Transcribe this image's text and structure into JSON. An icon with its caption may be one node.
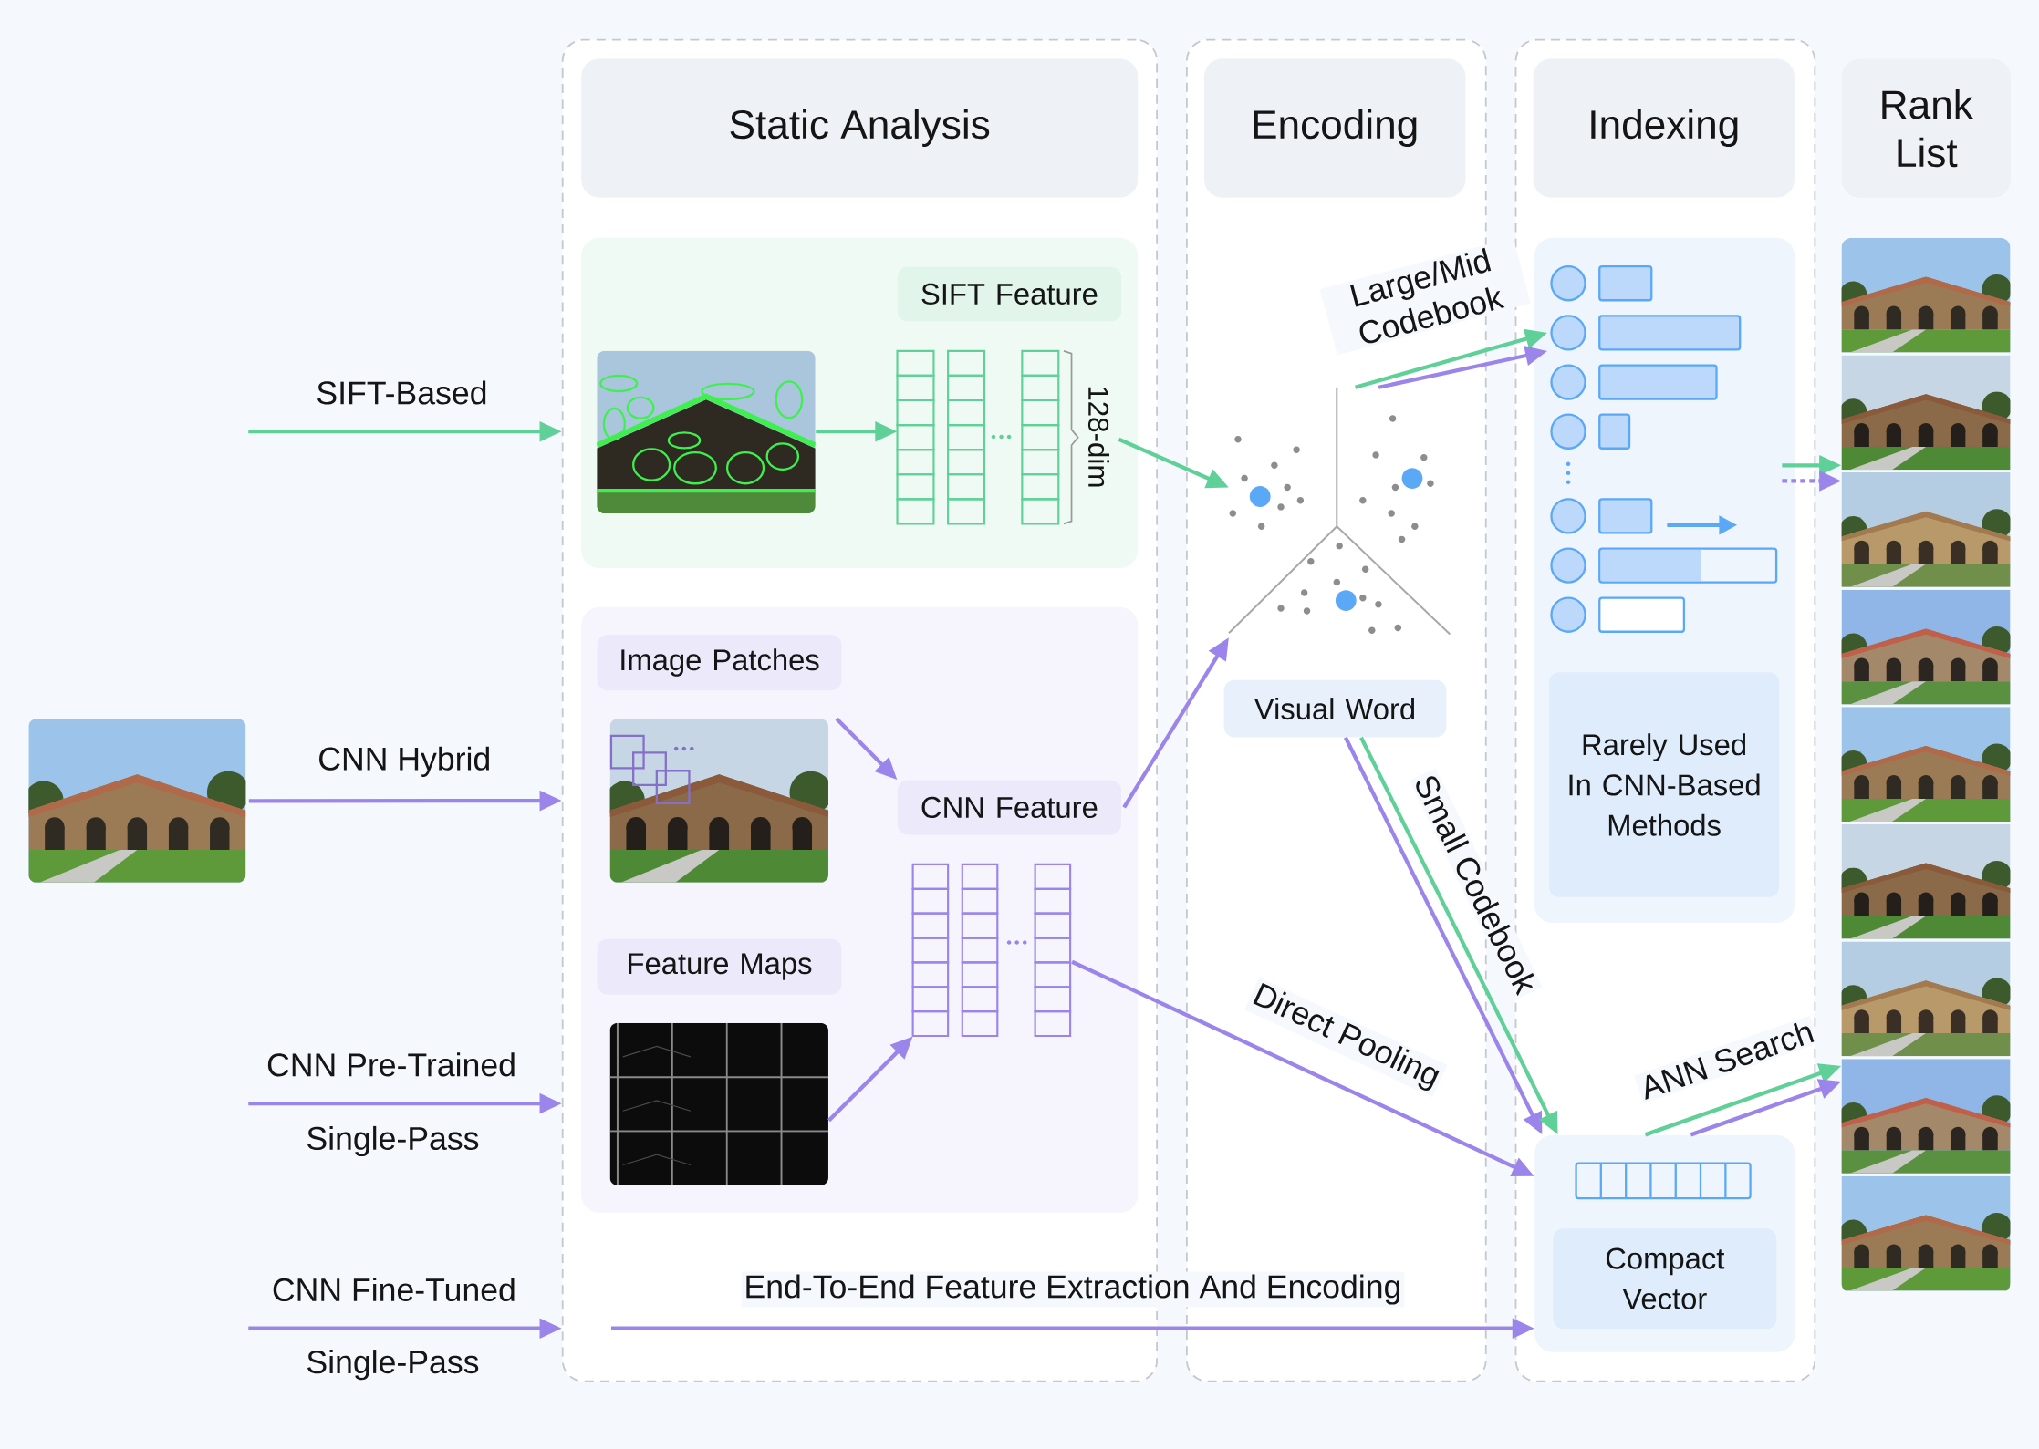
{
  "diagram": {
    "nodes": [
      {
        "text": [],
        "shape": "picture"
      },
      {
        "text": [
          "Static Analysis"
        ]
      },
      {
        "text": [
          "SIFT Feature"
        ],
        "in": 1
      },
      {
        "text": [],
        "shape": "picture",
        "in": 1
      },
      {
        "text": [],
        "shape": "box",
        "beside": [
          "128-dim"
        ],
        "in": 1
      },
      {
        "text": [
          "Image Patches"
        ],
        "in": 1
      },
      {
        "text": [],
        "shape": "picture",
        "in": 1
      },
      {
        "text": [
          "Feature Maps"
        ],
        "in": 1
      },
      {
        "text": [],
        "shape": "picture",
        "in": 1
      },
      {
        "text": [
          "CNN Feature"
        ],
        "in": 1
      },
      {
        "text": [],
        "shape": "box",
        "in": 1
      },
      {
        "text": [
          "Encoding"
        ]
      },
      {
        "text": [],
        "shape": "picture",
        "in": 11
      },
      {
        "text": [
          "Visual Word"
        ],
        "in": 11
      },
      {
        "text": [
          "Indexing"
        ]
      },
      {
        "text": [],
        "shape": "picture",
        "in": 14
      },
      {
        "text": [
          "Rarely Used In CNN-Based Methods"
        ],
        "in": 14
      },
      {
        "text": [
          "Compact Vector"
        ],
        "in": 14
      },
      {
        "text": [
          "Rank List"
        ]
      },
      {
        "text": [],
        "shape": "picture"
      }
    ],
    "edges": [
      {
        "from": null,
        "to": 1,
        "arrow": "to",
        "label": "SIFT-Based",
        "color": "#5fd097"
      },
      {
        "from": 0,
        "to": 1,
        "arrow": "to",
        "label": "CNN Hybrid"
      },
      {
        "from": null,
        "to": 1,
        "arrow": "to",
        "label": "CNN Pre-Trained"
      },
      {
        "from": null,
        "to": 1,
        "arrow": "to",
        "label": "CNN Fine-Tuned"
      },
      {
        "from": 3,
        "to": 4,
        "arrow": "to",
        "color": "#5fd097"
      },
      {
        "from": 4,
        "to": 12,
        "arrow": "to",
        "color": "#5fd097"
      },
      {
        "from": 6,
        "to": 9,
        "arrow": "to"
      },
      {
        "from": 8,
        "to": 10,
        "arrow": "to"
      },
      {
        "from": 9,
        "to": 12,
        "arrow": "to"
      },
      {
        "from": 12,
        "to": 15,
        "arrow": "to",
        "label": "Large/Mid Codebook",
        "color": "#5fd097"
      },
      {
        "from": 12,
        "to": 15,
        "arrow": "to"
      },
      {
        "from": 13,
        "to": 17,
        "arrow": "to"
      },
      {
        "from": 13,
        "to": 17,
        "arrow": "to",
        "label": "Small Codebook",
        "color": "#5fd097"
      },
      {
        "from": 10,
        "to": 17,
        "arrow": "to",
        "label": "Direct Pooling"
      },
      {
        "from": 15,
        "to": 19,
        "arrow": "to",
        "color": "#5fd097"
      },
      {
        "from": 15,
        "to": 19,
        "arrow": "to",
        "style": "dashed"
      },
      {
        "from": 17,
        "to": 19,
        "arrow": "to",
        "label": "ANN Search",
        "color": "#5fd097"
      },
      {
        "from": 17,
        "to": 19,
        "arrow": "to"
      },
      {
        "from": null,
        "to": 17,
        "arrow": "to",
        "label": "End-To-End Feature Extraction And Encoding"
      }
    ],
    "labels": [
      "Single-Pass",
      "Single-Pass"
    ]
  }
}
